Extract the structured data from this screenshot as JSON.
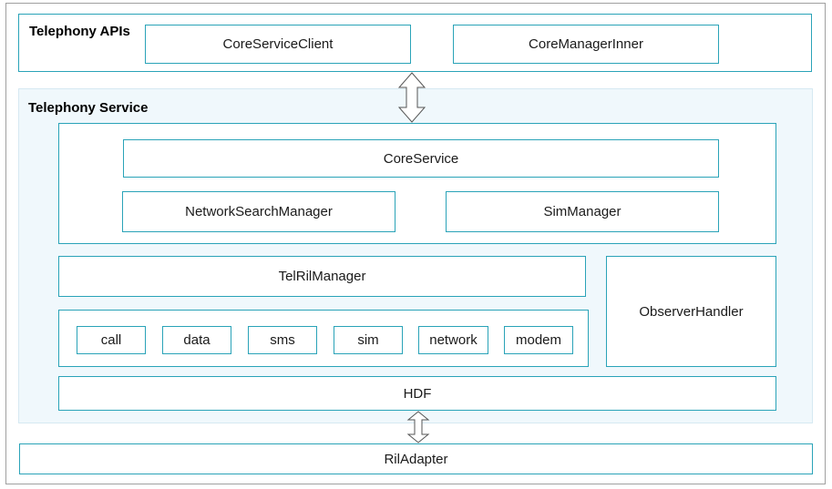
{
  "api_layer": {
    "title": "Telephony APIs",
    "items": [
      "CoreServiceClient",
      "CoreManagerInner"
    ]
  },
  "service_layer": {
    "title": "Telephony Service",
    "core_service": "CoreService",
    "network_search_manager": "NetworkSearchManager",
    "sim_manager": "SimManager",
    "tel_ril_manager": "TelRilManager",
    "ril_modules": [
      "call",
      "data",
      "sms",
      "sim",
      "network",
      "modem"
    ],
    "observer_handler": "ObserverHandler",
    "hdf": "HDF"
  },
  "ril_adapter": "RilAdapter",
  "colors": {
    "border": "#2aa3b8",
    "service_bg": "#f0f8fc",
    "frame": "#a0a0a0"
  }
}
